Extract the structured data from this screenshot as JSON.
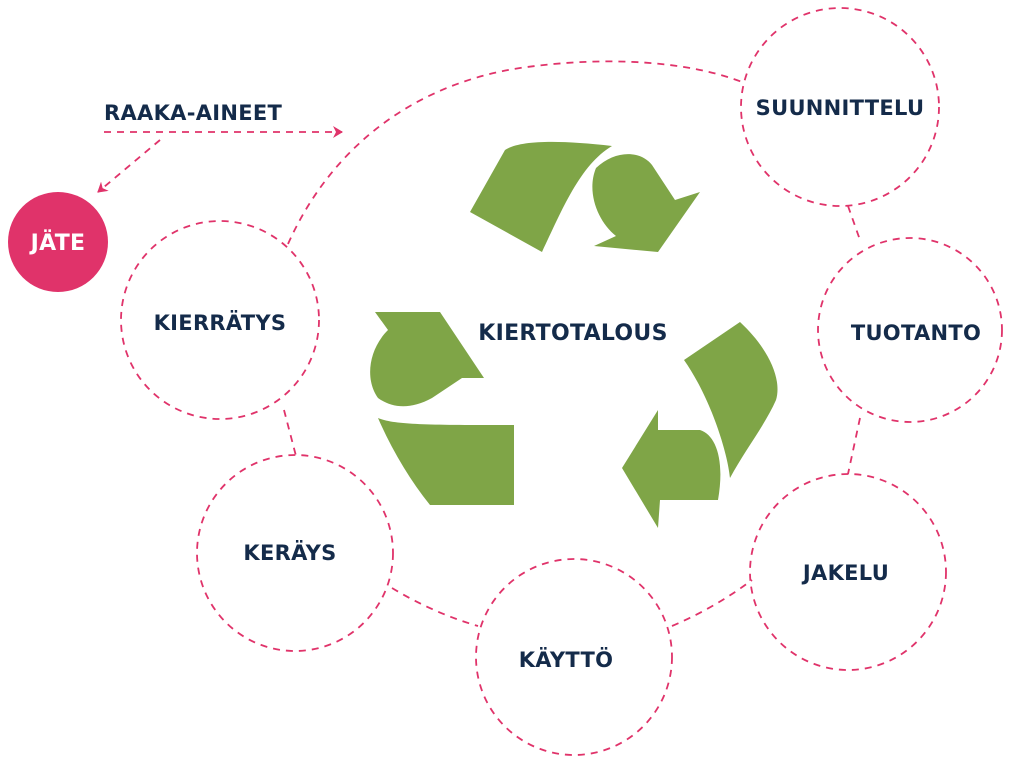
{
  "diagram": {
    "center_label": "KIERTOTALOUS",
    "raw_materials_label": "RAAKA-AINEET",
    "waste_label": "JÄTE",
    "stages": [
      {
        "id": "suunnittelu",
        "label": "SUUNNITTELU"
      },
      {
        "id": "tuotanto",
        "label": "TUOTANTO"
      },
      {
        "id": "jakelu",
        "label": "JAKELU"
      },
      {
        "id": "kaytto",
        "label": "KÄYTTÖ"
      },
      {
        "id": "kerays",
        "label": "KERÄYS"
      },
      {
        "id": "kierratys",
        "label": "KIERRÄTYS"
      }
    ],
    "colors": {
      "accent_pink": "#e0336a",
      "recycle_green": "#7fa547",
      "text_navy": "#142b4a"
    },
    "icons": [
      "recycle-icon",
      "arrow-right-icon",
      "arrow-down-left-icon"
    ]
  }
}
